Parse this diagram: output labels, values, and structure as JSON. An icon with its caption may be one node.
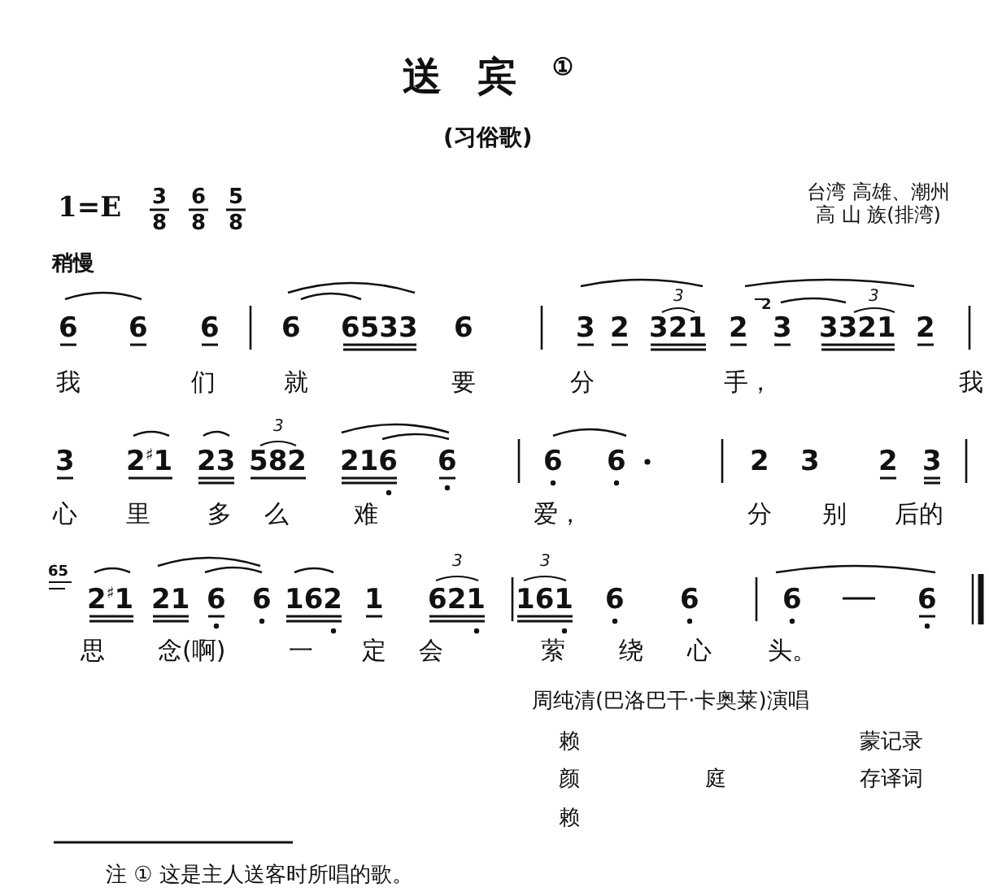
{
  "diagram": {
    "title": "送宾$^{①}$",
    "labels": [
      "(习俗歌)",
      "1=E",
      "3",
      "8",
      "6",
      "8",
      "5",
      "8",
      "台湾 高雄、潮州",
      "高 山 族(排湾)",
      "稍慢",
      "3",
      "3",
      "2",
      "6",
      "6",
      "6",
      "6",
      "6533",
      "6",
      "3",
      "2",
      "321",
      "2",
      "3",
      "3321",
      "2",
      "我",
      "们",
      "就",
      "要",
      "分",
      "手，",
      "我",
      "3",
      "3",
      "2$^{♯}$1",
      "23",
      "582",
      "216",
      "6",
      "6",
      "6",
      "2",
      "3",
      "2",
      "3",
      "心",
      "里",
      "多",
      "么",
      "难",
      "爱，",
      "分",
      "别",
      "后的",
      "65",
      "3",
      "3",
      "2$^{♯}$1",
      "21",
      "6",
      "6",
      "162",
      "1",
      "621",
      "161",
      "6",
      "6",
      "6",
      "6",
      "思",
      "念(啊)",
      "一",
      "定",
      "会",
      "萦",
      "绕",
      "心",
      "头。",
      "周纯清(巴洛巴干·卡奥莱)演唱",
      "赖",
      "蒙记录",
      "颜",
      "庭",
      "存译词",
      "赖",
      "注 ① 这是主人送客时所唱的歌。"
    ]
  }
}
